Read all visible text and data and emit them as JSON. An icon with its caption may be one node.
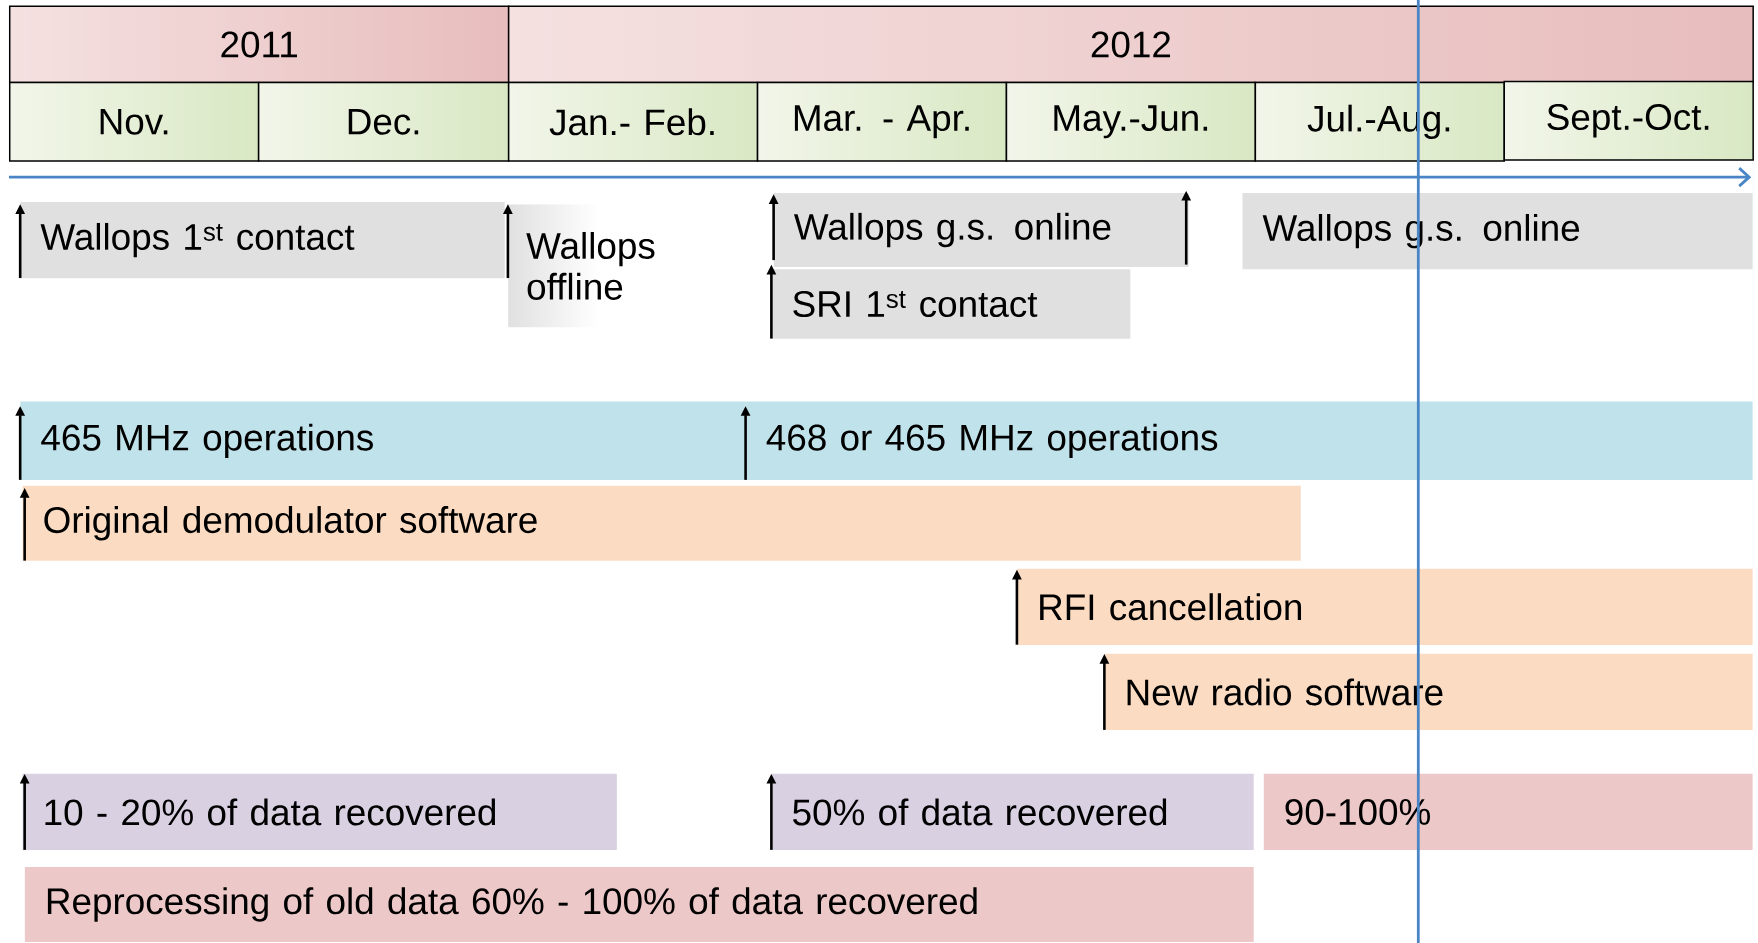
{
  "diagram": {
    "nodes": [
      {
        "text": [
          "2011"
        ]
      },
      {
        "text": [
          "2012"
        ]
      },
      {
        "text": [
          "Nov."
        ]
      },
      {
        "text": [
          "Dec."
        ]
      },
      {
        "text": [
          "Jan.- Feb."
        ]
      },
      {
        "text": [
          "Mar. - Apr."
        ]
      },
      {
        "text": [
          "May.-Jun."
        ]
      },
      {
        "text": [
          "Jul.-Aug."
        ]
      },
      {
        "text": [
          "Sept.-Oct."
        ]
      },
      {
        "text": [
          "Wallops 1$^{st}$ contact"
        ]
      },
      {
        "text": [
          "Wallops offline"
        ]
      },
      {
        "text": [
          "Wallops g.s. online"
        ]
      },
      {
        "text": [
          "SRI 1$^{st}$ contact"
        ]
      },
      {
        "text": [
          "Wallops g.s. online"
        ]
      },
      {
        "text": [
          "465 MHz operations"
        ]
      },
      {
        "text": [
          "468 or 465 MHz operations"
        ]
      },
      {
        "text": [
          "Original demodulator software"
        ]
      },
      {
        "text": [
          "RFI cancellation"
        ]
      },
      {
        "text": [
          "New radio software"
        ]
      },
      {
        "text": [
          "10 - 20% of data recovered"
        ]
      },
      {
        "text": [
          "50% of data recovered"
        ]
      },
      {
        "text": [
          "90-100%"
        ]
      },
      {
        "text": [
          "Reprocessing of old data 60% - 100% of data recovered"
        ]
      }
    ]
  }
}
